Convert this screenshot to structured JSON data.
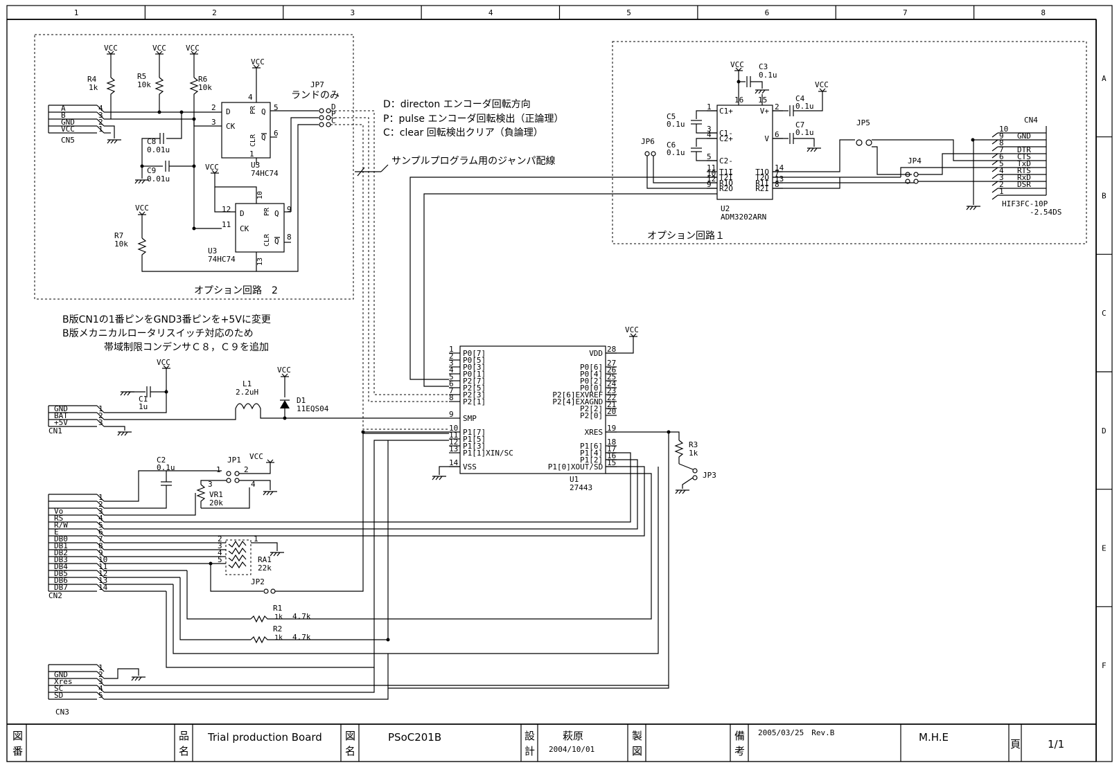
{
  "frame": {
    "columns": [
      "1",
      "2",
      "3",
      "4",
      "5",
      "6",
      "7",
      "8"
    ],
    "rows": [
      "A",
      "B",
      "C",
      "D",
      "E",
      "F"
    ]
  },
  "option2": {
    "caption": "オプション回路　2",
    "jp7_label": "JP7",
    "jp7_note": "ランドのみ",
    "cn5": {
      "name": "CN5",
      "pins": [
        {
          "label": "A",
          "num": "4"
        },
        {
          "label": "B",
          "num": "3"
        },
        {
          "label": "GND",
          "num": "2"
        },
        {
          "label": "VCC",
          "num": "1"
        }
      ]
    },
    "r4": {
      "ref": "R4",
      "val": "1k"
    },
    "r5": {
      "ref": "R5",
      "val": "10k"
    },
    "r6": {
      "ref": "R6",
      "val": "10k"
    },
    "r7": {
      "ref": "R7",
      "val": "10k"
    },
    "c8": {
      "ref": "C8",
      "val": "0.01u"
    },
    "c9": {
      "ref": "C9",
      "val": "0.01u"
    },
    "u3a": {
      "ref": "U3",
      "part": "74HC74"
    },
    "u3b": {
      "ref": "U3",
      "part": "74HC74"
    },
    "vcc": "VCC",
    "dff_pins": {
      "d": "D",
      "ck": "CK",
      "q": "Q",
      "qb": "Q",
      "pr": "PR",
      "clr": "CLR"
    },
    "dff_a_nums": {
      "d": "2",
      "ck": "3",
      "q": "5",
      "qb": "6",
      "pr": "4",
      "clr": "1"
    },
    "dff_b_nums": {
      "d": "12",
      "ck": "11",
      "q": "9",
      "qb": "8",
      "pr": "10",
      "clr": "13"
    },
    "jp7_pins": [
      "D",
      "P",
      "C"
    ]
  },
  "legend": [
    "D：directon エンコーダ回転方向",
    "P：pulse エンコーダ回転検出（正論理）",
    "C：clear 回転検出クリア（負論理）"
  ],
  "jumper_note": "サンプルプログラム用のジャンパ配線",
  "revision_notes": [
    "B版CN1の1番ピンをGND3番ピンを+5Vに変更",
    "B版メカニカルロータリスイッチ対応のため",
    "帯域制限コンデンサＣ８，Ｃ９を追加"
  ],
  "option1": {
    "caption": "オプション回路１",
    "u2": {
      "ref": "U2",
      "part": "ADM3202ARN"
    },
    "c3": {
      "ref": "C3",
      "val": "0.1u"
    },
    "c4": {
      "ref": "C4",
      "val": "0.1u"
    },
    "c5": {
      "ref": "C5",
      "val": "0.1u"
    },
    "c6": {
      "ref": "C6",
      "val": "0.1u"
    },
    "c7": {
      "ref": "C7",
      "val": "0.1u"
    },
    "jp4": "JP4",
    "jp5": "JP5",
    "jp6": "JP6",
    "cn4": {
      "name": "CN4",
      "part1": "HIF3FC-10P",
      "part2": "-2.54DS",
      "pins": [
        {
          "num": "10",
          "label": ""
        },
        {
          "num": "9",
          "label": "GND"
        },
        {
          "num": "8",
          "label": ""
        },
        {
          "num": "7",
          "label": "DTR"
        },
        {
          "num": "6",
          "label": "CTS"
        },
        {
          "num": "5",
          "label": "TxD"
        },
        {
          "num": "4",
          "label": "RTS"
        },
        {
          "num": "3",
          "label": "RxD"
        },
        {
          "num": "2",
          "label": "DSR"
        },
        {
          "num": "1",
          "label": ""
        }
      ]
    },
    "u2_left": [
      {
        "num": "1",
        "label": "C1+"
      },
      {
        "num": "3",
        "label": "C1-"
      },
      {
        "num": "4",
        "label": "C2+"
      },
      {
        "num": "5",
        "label": "C2-"
      },
      {
        "num": "11",
        "label": "T1I"
      },
      {
        "num": "10",
        "label": "T2I"
      },
      {
        "num": "12",
        "label": "R1O"
      },
      {
        "num": "9",
        "label": "R2O"
      }
    ],
    "u2_right": [
      {
        "num": "2",
        "label": "V+"
      },
      {
        "num": "6",
        "label": "V"
      },
      {
        "num": "14",
        "label": "T1O"
      },
      {
        "num": "7",
        "label": "T2O"
      },
      {
        "num": "13",
        "label": "R1I"
      },
      {
        "num": "8",
        "label": "R2I"
      }
    ],
    "u2_top": [
      {
        "num": "16",
        "label": ""
      },
      {
        "num": "15",
        "label": ""
      }
    ]
  },
  "u1": {
    "ref": "U1",
    "part": "27443",
    "left": [
      {
        "num": "1",
        "label": "P0[7]"
      },
      {
        "num": "2",
        "label": "P0[5]"
      },
      {
        "num": "3",
        "label": "P0[3]"
      },
      {
        "num": "4",
        "label": "P0[1]"
      },
      {
        "num": "5",
        "label": "P2[7]"
      },
      {
        "num": "6",
        "label": "P2[5]"
      },
      {
        "num": "7",
        "label": "P2[3]"
      },
      {
        "num": "8",
        "label": "P2[1]"
      },
      {
        "num": "9",
        "label": "SMP"
      },
      {
        "num": "10",
        "label": "P1[7]"
      },
      {
        "num": "11",
        "label": "P1[5]"
      },
      {
        "num": "12",
        "label": "P1[3]"
      },
      {
        "num": "13",
        "label": "P1[1]XIN/SC"
      },
      {
        "num": "14",
        "label": "VSS"
      }
    ],
    "right": [
      {
        "num": "28",
        "label": "VDD"
      },
      {
        "num": "27",
        "label": "P0[6]"
      },
      {
        "num": "26",
        "label": "P0[4]"
      },
      {
        "num": "25",
        "label": "P0[2]"
      },
      {
        "num": "24",
        "label": "P0[0]"
      },
      {
        "num": "23",
        "label": "P2[6]EXVREF"
      },
      {
        "num": "22",
        "label": "P2[4]EXAGND"
      },
      {
        "num": "21",
        "label": "P2[2]"
      },
      {
        "num": "20",
        "label": "P2[0]"
      },
      {
        "num": "19",
        "label": "XRES"
      },
      {
        "num": "18",
        "label": "P1[6]"
      },
      {
        "num": "17",
        "label": "P1[4]"
      },
      {
        "num": "16",
        "label": "P1[2]"
      },
      {
        "num": "15",
        "label": "P1[0]XOUT/SD"
      }
    ]
  },
  "power": {
    "cn1": {
      "name": "CN1",
      "pins": [
        {
          "label": "GND",
          "num": "1"
        },
        {
          "label": "BAT",
          "num": "2"
        },
        {
          "label": "+5V",
          "num": "3"
        }
      ]
    },
    "c1": {
      "ref": "C1",
      "val": "1u"
    },
    "l1": {
      "ref": "L1",
      "val": "2.2uH"
    },
    "d1": {
      "ref": "D1",
      "part": "11EQS04"
    }
  },
  "lcd": {
    "cn2": {
      "name": "CN2",
      "pins": [
        {
          "label": "",
          "num": "1"
        },
        {
          "label": "",
          "num": "2"
        },
        {
          "label": "Vo",
          "num": "3"
        },
        {
          "label": "RS",
          "num": "4"
        },
        {
          "label": "R/W",
          "num": "5"
        },
        {
          "label": "E",
          "num": "6"
        },
        {
          "label": "DB0",
          "num": "7"
        },
        {
          "label": "DB1",
          "num": "8"
        },
        {
          "label": "DB2",
          "num": "9"
        },
        {
          "label": "DB3",
          "num": "10"
        },
        {
          "label": "DB4",
          "num": "11"
        },
        {
          "label": "DB5",
          "num": "12"
        },
        {
          "label": "DB6",
          "num": "13"
        },
        {
          "label": "DB7",
          "num": "14"
        }
      ]
    },
    "c2": {
      "ref": "C2",
      "val": "0.1u"
    },
    "jp1": "JP1",
    "jp1_pins": [
      "1",
      "2",
      "3",
      "4"
    ],
    "vr1": {
      "ref": "VR1",
      "val": "20k"
    },
    "ra1": {
      "ref": "RA1",
      "val": "22k"
    },
    "ra1_pins": [
      "1",
      "2",
      "3",
      "4",
      "5"
    ],
    "jp2": "JP2",
    "r1": {
      "ref": "R1",
      "val": "4.7k",
      "mark": "1k"
    },
    "r2": {
      "ref": "R2",
      "val": "4.7k",
      "mark": "1k"
    },
    "r3": {
      "ref": "R3",
      "val": "1k"
    },
    "jp3": "JP3"
  },
  "cn3": {
    "name": "CN3",
    "pins": [
      {
        "label": "",
        "num": "1"
      },
      {
        "label": "GND",
        "num": "2"
      },
      {
        "label": "Xres",
        "num": "3"
      },
      {
        "label": "SC",
        "num": "4"
      },
      {
        "label": "SD",
        "num": "5"
      }
    ]
  },
  "title_block": {
    "zuban_label": [
      "図",
      "番"
    ],
    "zuban_value": "",
    "hinmei_label": [
      "品",
      "名"
    ],
    "hinmei_value": "Trial production Board",
    "zumei_label": [
      "図",
      "名"
    ],
    "zumei_value": "PSoC201B",
    "sekkei_label": [
      "設",
      "計"
    ],
    "sekkei_name": "萩原",
    "sekkei_date": "2004/10/01",
    "seizu_label": [
      "製",
      "図"
    ],
    "seizu_value": "",
    "biko_label": [
      "備",
      "考"
    ],
    "biko_value": "2005/03/25　Rev.B",
    "company": "M.H.E",
    "page_label": "頁",
    "page_value": "1/1"
  }
}
